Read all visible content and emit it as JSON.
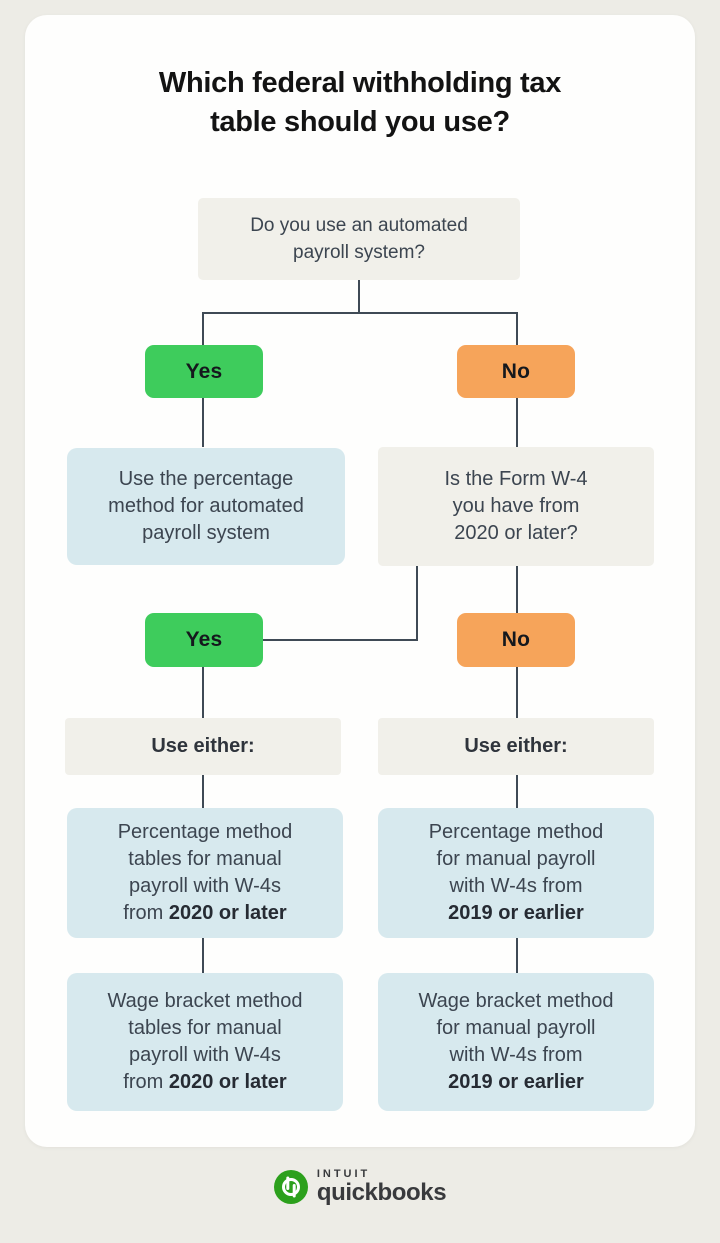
{
  "title": "Which federal withholding tax\ntable should you use?",
  "flow": {
    "q_automated": "Do you use an automated\npayroll system?",
    "yes_1": "Yes",
    "no_1": "No",
    "result_automated": "Use the percentage\nmethod for automated\npayroll system",
    "q_w4": "Is the Form W-4\nyou have from\n2020 or later?",
    "yes_2": "Yes",
    "no_2": "No",
    "use_either_left": "Use either:",
    "use_either_right": "Use either:",
    "percentage_left": {
      "text": "Percentage method\ntables for manual\npayroll with W-4s\nfrom ",
      "bold": "2020 or later"
    },
    "percentage_right": {
      "text": "Percentage method\nfor manual payroll\nwith W-4s from\n",
      "bold": "2019 or earlier"
    },
    "wage_left": {
      "text": "Wage bracket method\ntables for manual\npayroll with W-4s\nfrom ",
      "bold": "2020 or later"
    },
    "wage_right": {
      "text": "Wage bracket method\nfor manual payroll\nwith W-4s from\n",
      "bold": "2019 or earlier"
    }
  },
  "footer": {
    "brand_top": "intuit",
    "brand_bottom": "quickbooks"
  },
  "colors": {
    "yes_green": "#3ECC5C",
    "no_orange": "#F6A45A",
    "info_blue": "#D7E9EE",
    "neutral_box": "#F1F0EA",
    "connector": "#3F4A55",
    "brand_green": "#2CA01C"
  }
}
